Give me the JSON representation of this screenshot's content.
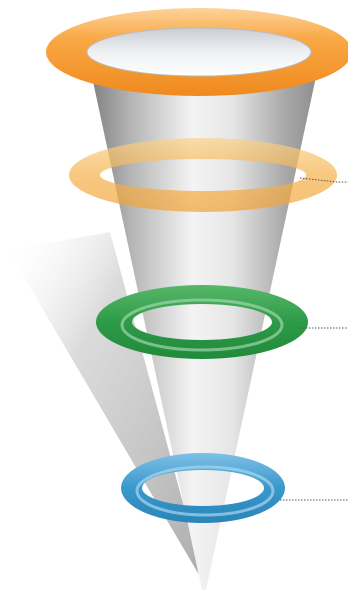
{
  "diagram": {
    "type": "funnel",
    "label_text": [],
    "colors": {
      "top_rim": "#f5922e",
      "ring_level_1": "#f6b24c",
      "ring_level_2": "#2e9b48",
      "ring_level_3": "#3a98cc",
      "cone_light": "#f2f2f2",
      "cone_dark": "#8a8a8a",
      "connector": "#555555"
    },
    "rings": [
      {
        "name": "ring-level-1",
        "color_key": "ring_level_1"
      },
      {
        "name": "ring-level-2",
        "color_key": "ring_level_2"
      },
      {
        "name": "ring-level-3",
        "color_key": "ring_level_3"
      }
    ]
  }
}
